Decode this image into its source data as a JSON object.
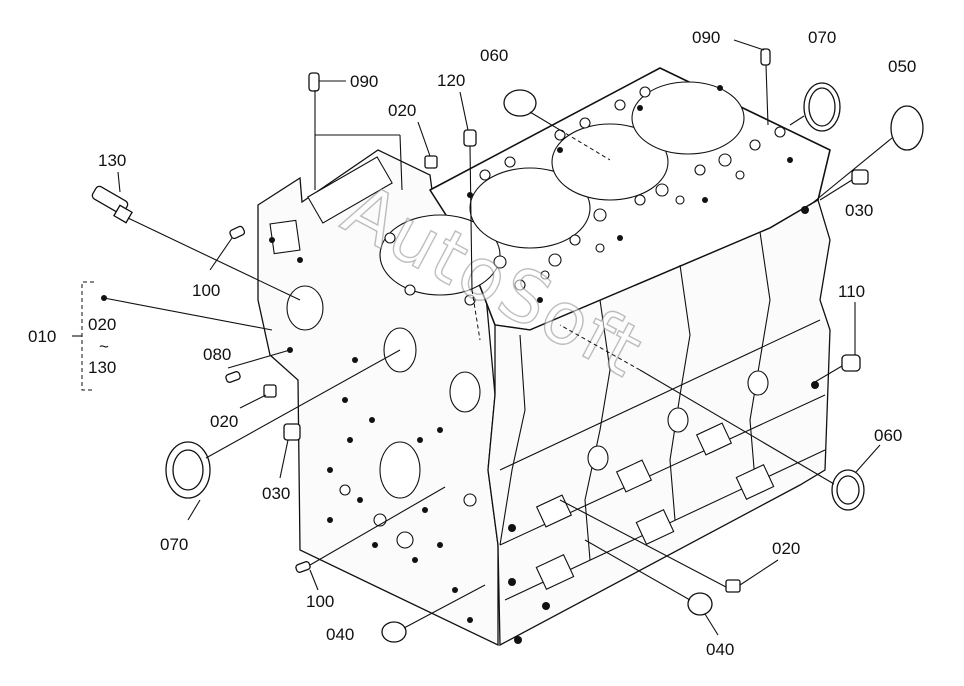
{
  "diagram": {
    "watermark": "AutoSoft",
    "labels": {
      "l010": "010",
      "l020_range": "020",
      "tilde": "~",
      "l130_range": "130",
      "l130": "130",
      "l100_left": "100",
      "l080": "080",
      "l020_left": "020",
      "l030_left": "030",
      "l070_left": "070",
      "l100_bottom": "100",
      "l040_left": "040",
      "l090_left": "090",
      "l020_top": "020",
      "l120": "120",
      "l060_top": "060",
      "l090_right": "090",
      "l070_right": "070",
      "l050": "050",
      "l030_right": "030",
      "l110": "110",
      "l060_right": "060",
      "l020_right": "020",
      "l040_right": "040"
    }
  }
}
